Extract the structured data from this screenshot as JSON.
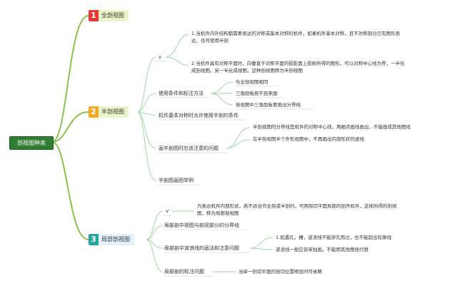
{
  "root": "剖视图种类",
  "branches": [
    {
      "num": "1",
      "label": "全剖视图",
      "color": "#e53935",
      "bg": "#e8f5c8"
    },
    {
      "num": "2",
      "label": "半剖视图",
      "color": "#f9a825",
      "bg": "#e8f5c8"
    },
    {
      "num": "3",
      "label": "局部剖视图",
      "color": "#26a69a",
      "bg": "#e3f2fd"
    }
  ],
  "half": {
    "v_label": "v",
    "v_items": [
      "1.当机件内外结构都需要表达的对称或基本对称的机件，如果机件基本对称，且不对称部分已有图形表达，也可使用半剖",
      "2.当机件具有对称平面时，向垂直于对称平面的投影面上投射所得的图形，可以对称中心线为界，一半化成剖视图，另一半化成视图，这种剖视图称为半剖视图"
    ],
    "conditions_label": "使用条件和标注方法",
    "conditions": [
      "与全剖视图相同",
      "三角肋板按不剖来画",
      "俯视图中三角肋板要画出分界线"
    ],
    "basic_symmetry": "机件基本对称时允许使用半剖的条件",
    "attention_label": "画半剖图时应该注意的问题",
    "attention": [
      "半剖视图的分界线是机件的对称中心线，用细点画线画出，不能画成其他图线",
      "在半剖视图半个外形视图中，不再画出内部形状的虚线"
    ],
    "examples": "半剖图画图举例"
  },
  "partial": {
    "v_label": "v",
    "v_text": "为表达机件内部形状，若不适合作全剖或半剖时，可用剖切平面局部的剖开机件，这样所得的剖视图，称为局部剖视图",
    "boundary": "局部剖中视图与剖视部分的分界线",
    "wave_label": "局部剖中波浪线的画法和注意问题",
    "wave_items": [
      "1.如遇孔，槽，波浪线不能穿孔而过，也不能超出轮廓线",
      "波浪线一般应该单独画，不能用其他图线代替"
    ],
    "marking_label": "局部剖的标注问题",
    "marking_text": "当单一剖切平面的剖切位置明显时可省略"
  },
  "colors": {
    "line": "#8bc34a",
    "line_dark": "#5a9e32"
  }
}
